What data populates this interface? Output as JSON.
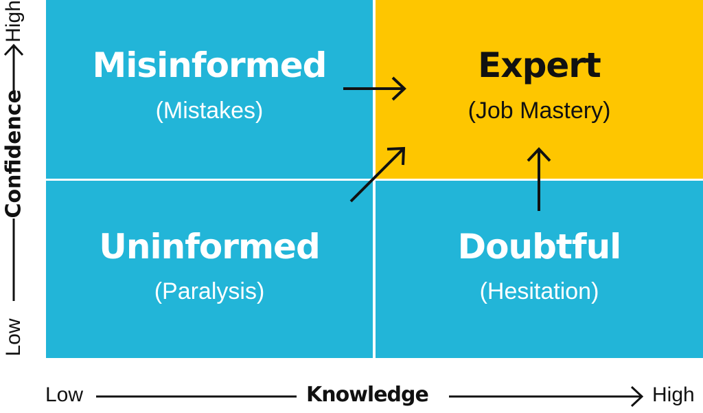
{
  "quadrants": {
    "top_left": {
      "title": "Misinformed",
      "subtitle": "(Mistakes)"
    },
    "top_right": {
      "title": "Expert",
      "subtitle": "(Job Mastery)"
    },
    "bottom_left": {
      "title": "Uninformed",
      "subtitle": "(Paralysis)"
    },
    "bottom_right": {
      "title": "Doubtful",
      "subtitle": "(Hesitation)"
    }
  },
  "y_axis": {
    "label": "Confidence",
    "low": "Low",
    "high": "High"
  },
  "x_axis": {
    "label": "Knowledge",
    "low": "Low",
    "high": "High"
  },
  "colors": {
    "blue": "#22b5d8",
    "yellow": "#fec600",
    "ink": "#111111"
  }
}
